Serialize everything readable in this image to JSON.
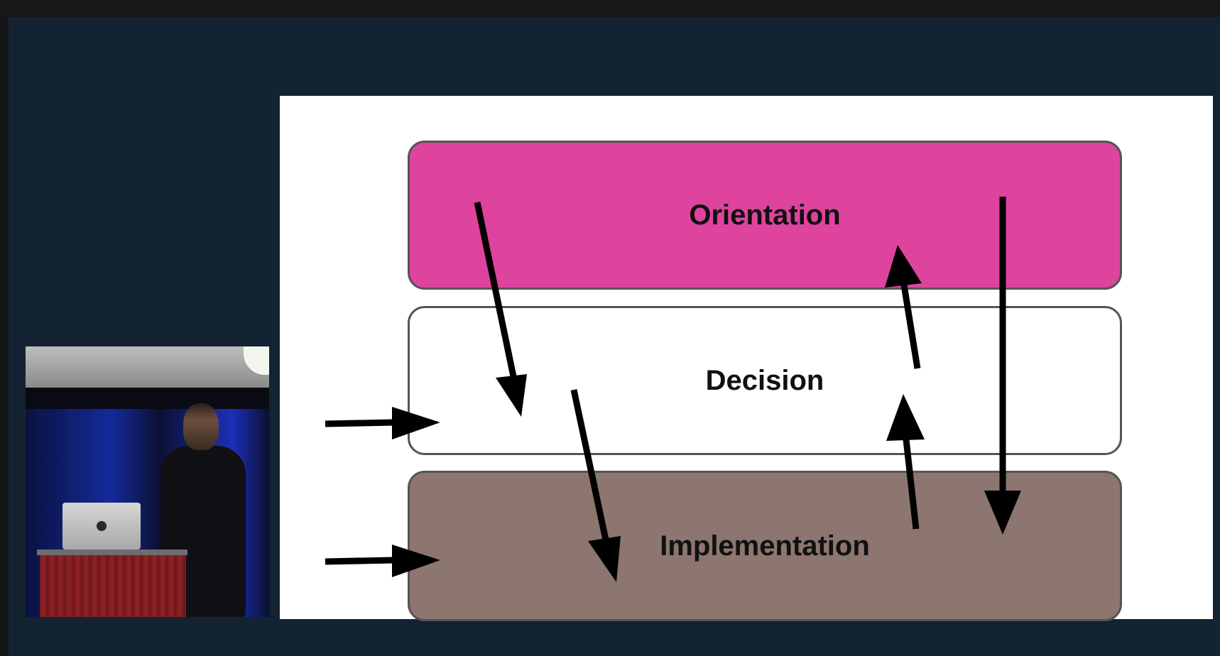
{
  "slide": {
    "boxes": {
      "orientation": {
        "label": "Orientation",
        "color": "#de449d"
      },
      "decision": {
        "label": "Decision",
        "color": "#ffffff"
      },
      "implementation": {
        "label": "Implementation",
        "color": "#8d7570"
      }
    }
  },
  "colors": {
    "stage_background": "#132332",
    "top_bar": "#171717",
    "slide_background": "#ffffff",
    "arrow": "#000000"
  },
  "icons": {
    "arrows": "black-arrow-icon"
  }
}
